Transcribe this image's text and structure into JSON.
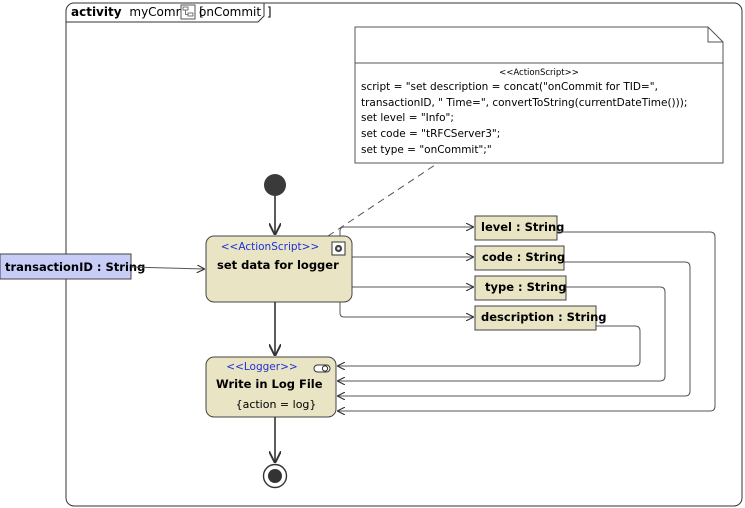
{
  "frame": {
    "keyword": "activity",
    "name": "myCommit",
    "bracket_open": "[",
    "icon": "activity-diagram-icon",
    "diagram_ref": "onCommit",
    "bracket_close": "]"
  },
  "note": {
    "stereotype": "<<ActionScript>>",
    "lines": [
      "script = \"set description = concat(\"onCommit for TID=\",",
      "transactionID, \" Time=\", convertToString(currentDateTime()));",
      "set level = \"Info\";",
      "set code = \"tRFCServer3\";",
      "set type = \"onCommit\";\""
    ]
  },
  "action_script_node": {
    "stereotype": "<<ActionScript>>",
    "name": "set data for logger",
    "icon": "settings-icon"
  },
  "logger_node": {
    "stereotype": "<<Logger>>",
    "name": "Write in Log File",
    "constraint": "{action = log}",
    "icon": "toggle-icon"
  },
  "input_parameter": {
    "label": "transactionID : String"
  },
  "object_nodes": [
    {
      "label": "level : String"
    },
    {
      "label": "code : String"
    },
    {
      "label": "type : String"
    },
    {
      "label": "description : String"
    }
  ],
  "colors": {
    "action_fill": "#e8e4c4",
    "object_fill": "#e8e4c4",
    "parameter_fill": "#c8cdf8",
    "stereotype_text": "#1f2fd6",
    "line": "#333333"
  }
}
